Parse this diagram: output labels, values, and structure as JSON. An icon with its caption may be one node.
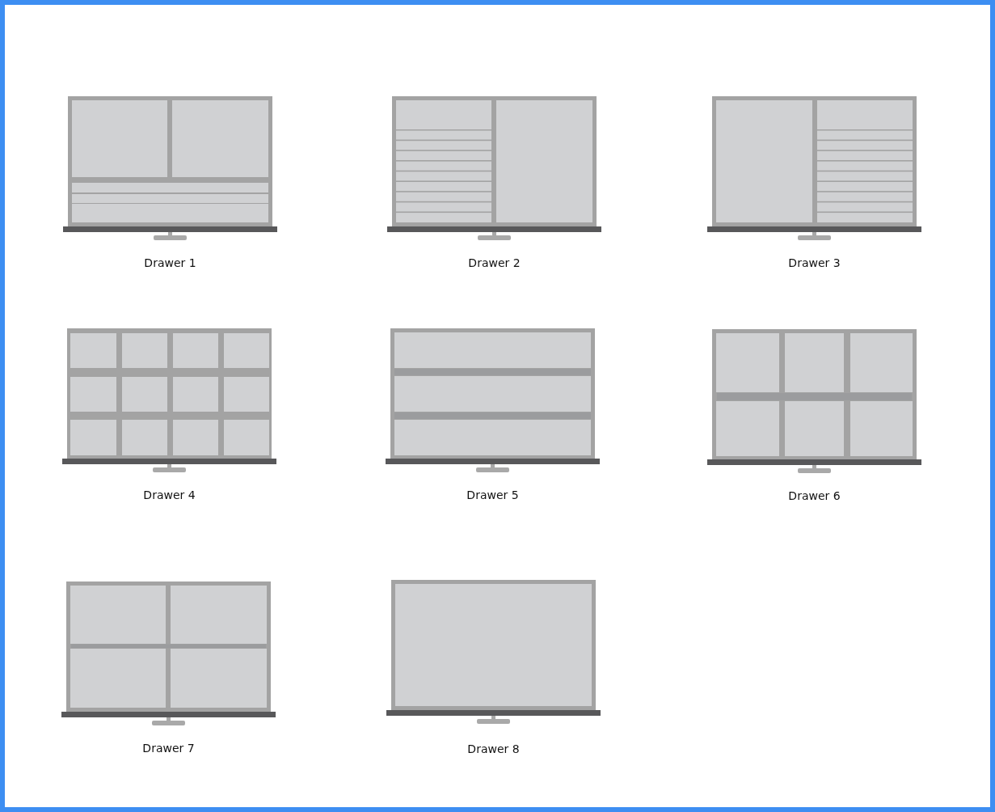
{
  "diagram": {
    "nodes": [
      {
        "text": [
          "Drawer 1"
        ]
      },
      {
        "text": [
          "Drawer 2"
        ]
      },
      {
        "text": [
          "Drawer 3"
        ]
      },
      {
        "text": [
          "Drawer 4"
        ]
      },
      {
        "text": [
          "Drawer 5"
        ]
      },
      {
        "text": [
          "Drawer 6"
        ]
      },
      {
        "text": [
          "Drawer 7"
        ]
      },
      {
        "text": [
          "Drawer 8"
        ]
      }
    ]
  }
}
